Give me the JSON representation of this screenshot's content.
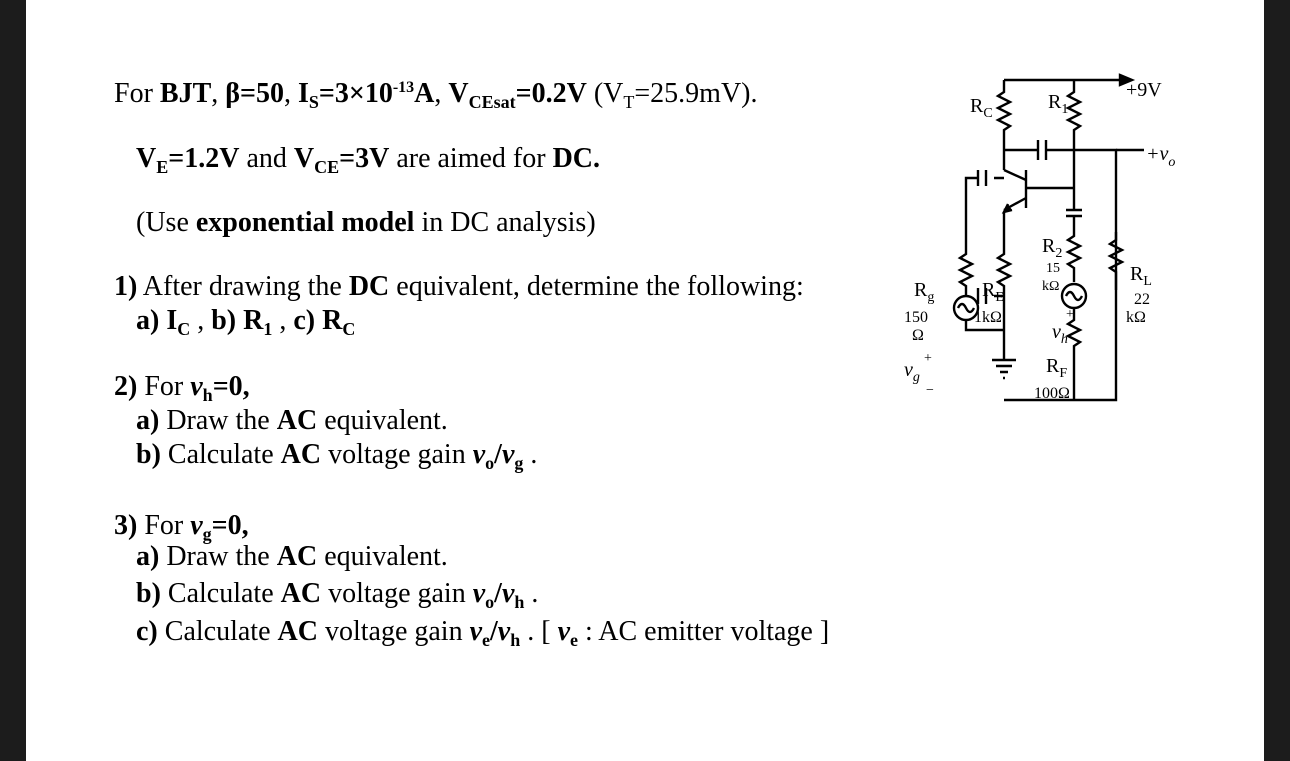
{
  "line1": {
    "for": "For ",
    "bjt": "BJT",
    "sep1": ", ",
    "beta": "β=50",
    "sep2": ", ",
    "is_base": "I",
    "is_sub": "S",
    "is_mid": "=3×10",
    "is_sup": "-13",
    "is_unit": "A",
    "sep3": ", ",
    "vce_base": "V",
    "vce_sub": "CEsat",
    "vce_val": "=0.2V",
    "vt_open": " (V",
    "vt_sub": "T",
    "vt_val": "=25.9mV)."
  },
  "line2": {
    "ve_base": "V",
    "ve_sub": "E",
    "ve_val": "=1.2V",
    "and": " and ",
    "vce_base": "V",
    "vce_sub": "CE",
    "vce_val": "=3V",
    "aimed": " are aimed for ",
    "dc": "DC."
  },
  "line3": {
    "use": "(Use ",
    "model": "exponential model",
    "rest": " in DC analysis)"
  },
  "q1": {
    "num": "1)",
    "t1": " After drawing the ",
    "dc": "DC",
    "t2": " equivalent, determine the following:",
    "a": "a) I",
    "a_sub": "C",
    "a_sep": " ,  ",
    "b": "b) R",
    "b_sub": "1",
    "b_sep": " ,  ",
    "c": "c) R",
    "c_sub": "C"
  },
  "q2": {
    "num": "2)",
    "for": " For ",
    "vh": "v",
    "vh_sub": "h",
    "eq": "=0,",
    "a_lbl": "a)",
    "a_t1": " Draw the ",
    "a_ac": "AC",
    "a_t2": " equivalent.",
    "b_lbl": "b)",
    "b_t1": " Calculate ",
    "b_ac": "AC",
    "b_t2": " voltage gain ",
    "b_vo": "v",
    "b_vo_sub": "o",
    "b_slash": "/",
    "b_vg": "v",
    "b_vg_sub": "g",
    "b_end": " ."
  },
  "q3": {
    "num": "3)",
    "for": " For ",
    "vg": "v",
    "vg_sub": "g",
    "eq": "=0,",
    "a_lbl": "a)",
    "a_t1": " Draw the ",
    "a_ac": "AC",
    "a_t2": " equivalent.",
    "b_lbl": "b)",
    "b_t1": " Calculate ",
    "b_ac": "AC",
    "b_t2": " voltage gain ",
    "b_vo": "v",
    "b_vo_sub": "o",
    "b_slash": "/",
    "b_vh": "v",
    "b_vh_sub": "h",
    "b_end": " .",
    "c_lbl": "c)",
    "c_t1": " Calculate ",
    "c_ac": "AC",
    "c_t2": " voltage gain ",
    "c_ve": "v",
    "c_ve_sub": "e",
    "c_slash": "/",
    "c_vh": "v",
    "c_vh_sub": "h",
    "c_t3": " .   [ ",
    "c_ve2": "v",
    "c_ve2_sub": "e",
    "c_t4": " : AC emitter voltage ]"
  },
  "circuit": {
    "supply": "+9V",
    "vo": "+v",
    "vo_sub": "o",
    "rc_base": "R",
    "rc_sub": "C",
    "r1_base": "R",
    "r1_sub": "1",
    "r2_base": "R",
    "r2_sub": "2",
    "r2_val": "15",
    "r2_unit": "kΩ",
    "rl_base": "R",
    "rl_sub": "L",
    "rl_val": "22",
    "rl_unit": "kΩ",
    "rg_base": "R",
    "rg_sub": "g",
    "rg_val": "150",
    "rg_unit": "Ω",
    "re_base": "R",
    "re_sub": "E",
    "re_val": "1kΩ",
    "rf_base": "R",
    "rf_sub": "F",
    "rf_val": "100Ω",
    "vh_base": "v",
    "vh_sub": "h",
    "vg_base": "v",
    "vg_sub": "g",
    "plus": "+",
    "minus": "−"
  }
}
